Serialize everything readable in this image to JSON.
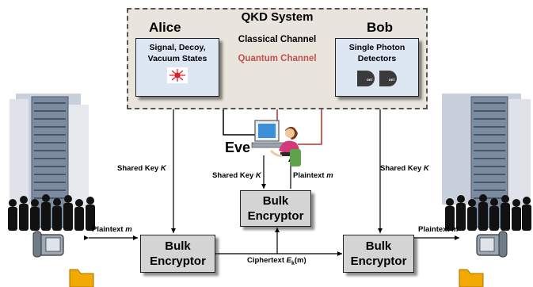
{
  "qkd": {
    "title": "QKD System",
    "alice": {
      "title": "Alice",
      "box_line1": "Signal, Decoy,",
      "box_line2": "Vacuum States"
    },
    "bob": {
      "title": "Bob",
      "box_line1": "Single Photon",
      "box_line2": "Detectors",
      "det_label": "DET"
    },
    "classical_channel": "Classical Channel",
    "quantum_channel": "Quantum Channel"
  },
  "eve": {
    "label": "Eve",
    "shared_key_prefix": "Shared Key ",
    "shared_key_var": "K",
    "plaintext_prefix": "Plaintext ",
    "plaintext_var": "m"
  },
  "links": {
    "shared_key_prefix": "Shared Key ",
    "shared_key_var": "K"
  },
  "encryptors": {
    "line1": "Bulk",
    "line2": "Encryptor"
  },
  "bottom": {
    "plaintext_prefix": "Plaintext ",
    "plaintext_var": "m",
    "ciphertext_prefix": "Ciphertext ",
    "ciphertext_e": "E",
    "ciphertext_sub": "k",
    "ciphertext_arg": "(m)"
  },
  "colors": {
    "quantum": "#c0504d",
    "qkd_background": "#e9e5dc",
    "state_box": "#dde7f4",
    "encryptor_box": "#d4d4d4"
  }
}
